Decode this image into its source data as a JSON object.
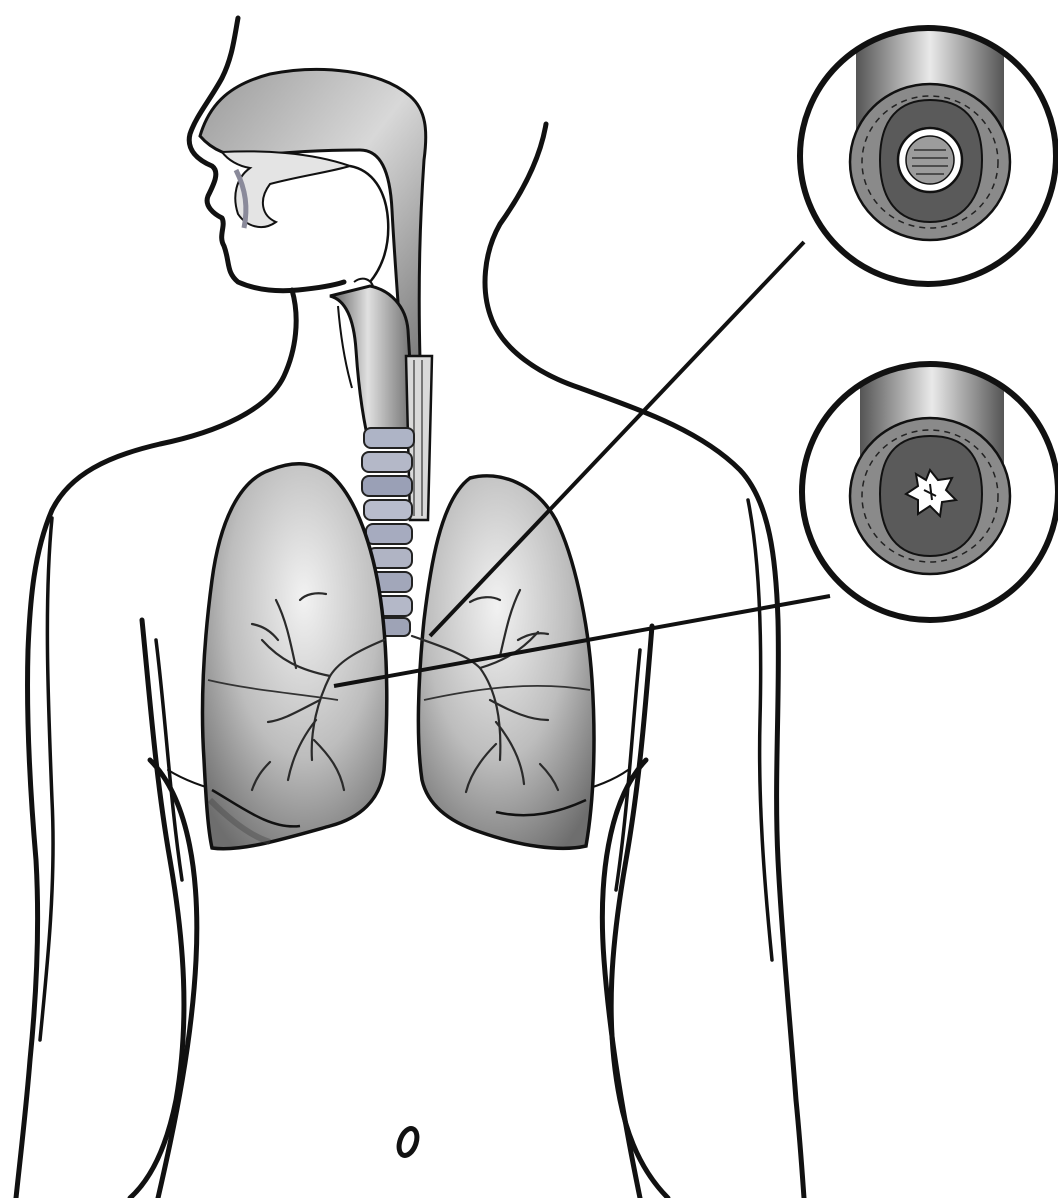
{
  "diagram": {
    "subject": "human-respiratory-system",
    "style": "grayscale-sketch",
    "colors": {
      "ink": "#111111",
      "lung_light": "#e6e6e6",
      "lung_dark": "#6e6e6e",
      "tissue_dark": "#5a5a5a",
      "tissue_mid": "#8a8a8a",
      "airway_light": "#c8c8c8"
    },
    "insets": [
      {
        "id": "normal-airway",
        "lumen": "open"
      },
      {
        "id": "constricted-airway",
        "lumen": "narrowed"
      }
    ],
    "pointers": [
      {
        "from": "normal-airway",
        "to": "left-lung-bronchus"
      },
      {
        "from": "constricted-airway",
        "to": "right-lung-bronchus"
      }
    ]
  }
}
